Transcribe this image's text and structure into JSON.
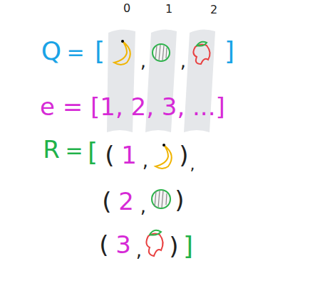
{
  "diagram": {
    "labels": [
      "0",
      "1",
      "2",
      "Q",
      "=",
      "[",
      ",",
      ",",
      "]",
      "e = [1, 2, 3, ...]",
      "R",
      "=",
      "[",
      "(",
      "1",
      ",",
      ")",
      ",",
      "(",
      "2",
      ",",
      ")",
      "(",
      "3",
      ",",
      ")",
      "]"
    ]
  }
}
